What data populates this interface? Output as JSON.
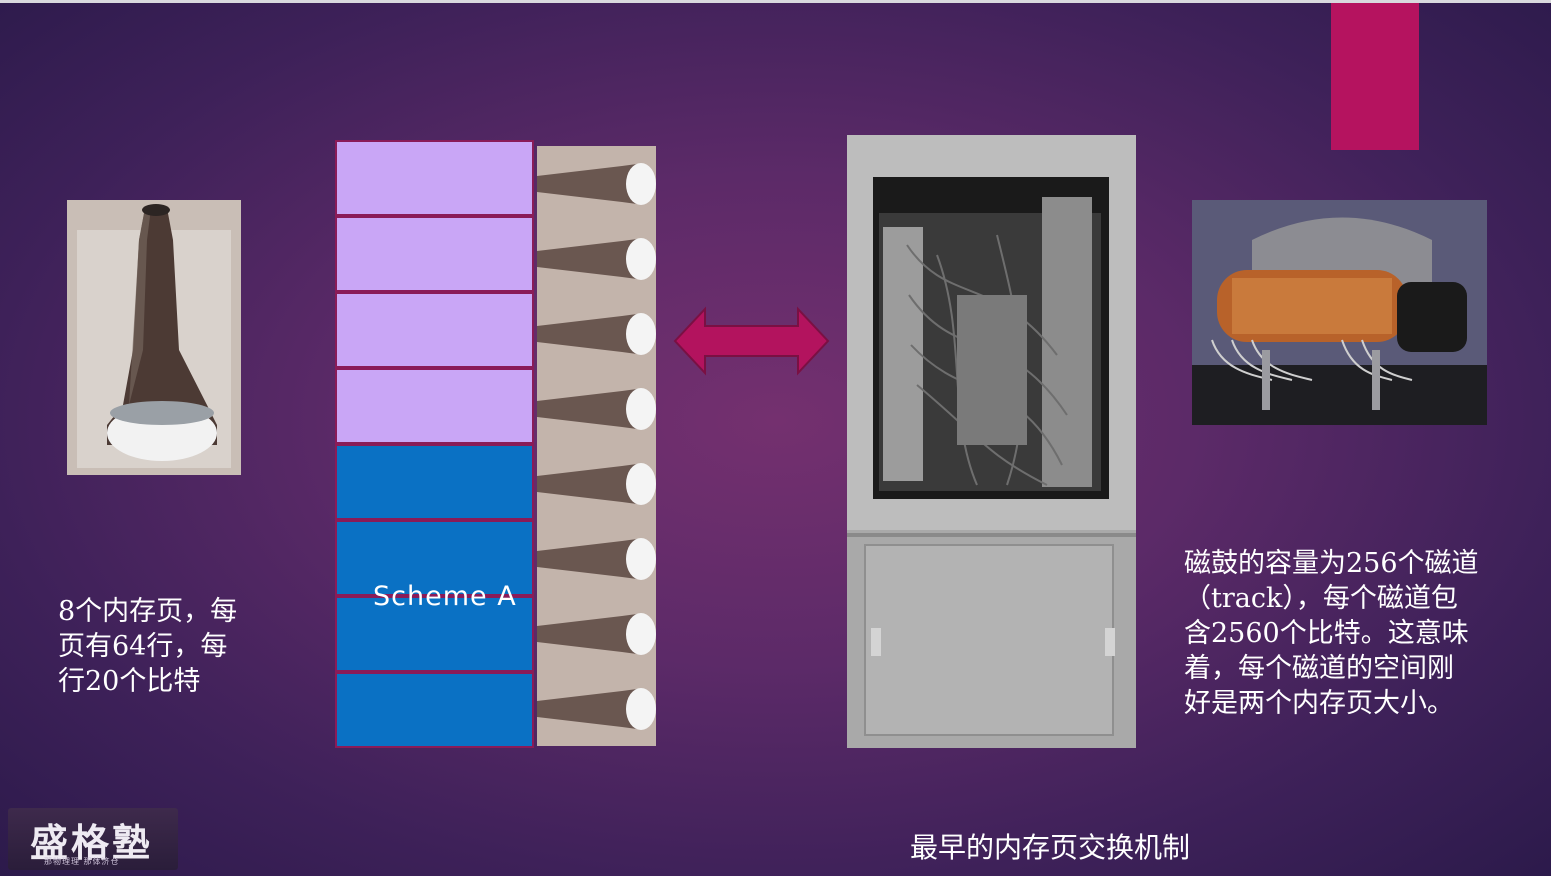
{
  "colors": {
    "accent": "#b5135f",
    "page_upper": "#c9a6f6",
    "page_lower": "#0a71c4",
    "cell_border": "#8a1b58",
    "arrow": "#b3135e",
    "text": "#ffffff"
  },
  "left_caption": [
    "8个内存页，每",
    "页有64行，每",
    "行20个比特"
  ],
  "diagram": {
    "label": "Scheme A",
    "pages": [
      "upper",
      "upper",
      "upper",
      "upper",
      "lower",
      "lower",
      "lower",
      "lower"
    ],
    "core_strip_count": 8
  },
  "arrow_icon": "double-arrow-icon",
  "right_caption": [
    "磁鼓的容量为256个磁道",
    "（track），每个磁道包",
    "含2560个比特。这意味",
    "着，每个磁道的空间刚",
    "好是两个内存页大小。"
  ],
  "bottom_caption": "最早的内存页交换机制",
  "logo": {
    "text": "盛格塾",
    "subtitle": "那物理理 那体济仓"
  }
}
